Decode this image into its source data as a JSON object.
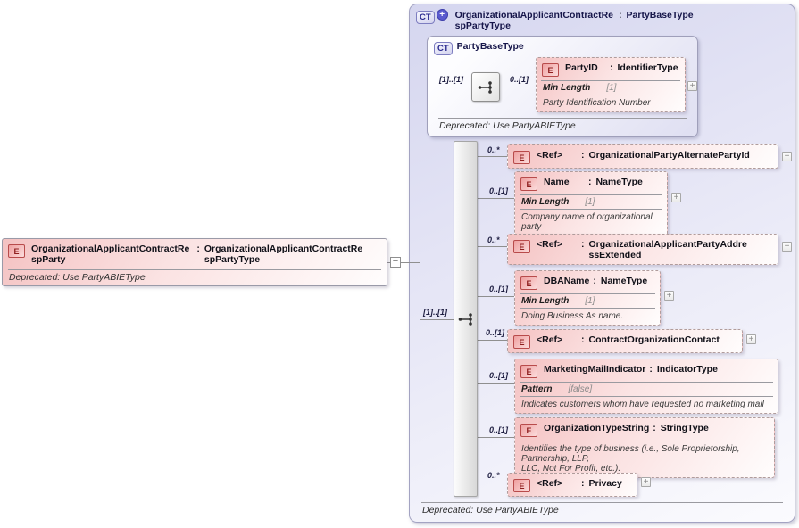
{
  "ui": {
    "colon": ":",
    "e_badge": "E",
    "ct_badge": "CT",
    "expand_glyph": "+",
    "collapse_glyph": "−",
    "header_plus_glyph": "+"
  },
  "left": {
    "name": "OrganizationalApplicantContractRe\nspParty",
    "type": "OrganizationalApplicantContractRe\nspPartyType",
    "deprecated": "Deprecated: Use PartyABIEType"
  },
  "panel": {
    "name": "OrganizationalApplicantContractRe\nspPartyType",
    "type": "PartyBaseType",
    "deprecated": "Deprecated: Use PartyABIEType",
    "sequence_cardinality": "[1]..[1]",
    "base": {
      "name": "PartyBaseType",
      "sequence_cardinality": "[1]..[1]",
      "deprecated": "Deprecated: Use PartyABIEType",
      "element": {
        "cardinality": "0..[1]",
        "name": "PartyID",
        "type": "IdentifierType",
        "facet_name": "Min Length",
        "facet_value": "[1]",
        "description": "Party Identification Number"
      }
    },
    "children": [
      {
        "cardinality": "0..*",
        "name": "<Ref>",
        "type": "OrganizationalPartyAlternatePartyId"
      },
      {
        "cardinality": "0..[1]",
        "name": "Name",
        "type": "NameType",
        "facet_name": "Min Length",
        "facet_value": "[1]",
        "description": "Company name of organizational party"
      },
      {
        "cardinality": "0..*",
        "name": "<Ref>",
        "type": "OrganizationalApplicantPartyAddre\nssExtended"
      },
      {
        "cardinality": "0..[1]",
        "name": "DBAName",
        "type": "NameType",
        "facet_name": "Min Length",
        "facet_value": "[1]",
        "description": "Doing Business As name."
      },
      {
        "cardinality": "0..[1]",
        "name": "<Ref>",
        "type": "ContractOrganizationContact"
      },
      {
        "cardinality": "0..[1]",
        "name": "MarketingMailIndicator",
        "type": "IndicatorType",
        "facet_name": "Pattern",
        "facet_value": "[false]",
        "description": "Indicates customers whom have requested no marketing mail"
      },
      {
        "cardinality": "0..[1]",
        "name": "OrganizationTypeString",
        "type": "StringType",
        "description": "Identifies the type of business (i.e., Sole Proprietorship, Partnership, LLP,\nLLC, Not For Profit, etc.)."
      },
      {
        "cardinality": "0..*",
        "name": "<Ref>",
        "type": "Privacy"
      }
    ]
  },
  "colors": {
    "accent_blue": "#5a5ace",
    "panel_lavender": "#d5d6ef",
    "element_pink": "#f4c2c2",
    "badge_red_border": "#b84b4b",
    "line_gray": "#8f8f8f"
  }
}
